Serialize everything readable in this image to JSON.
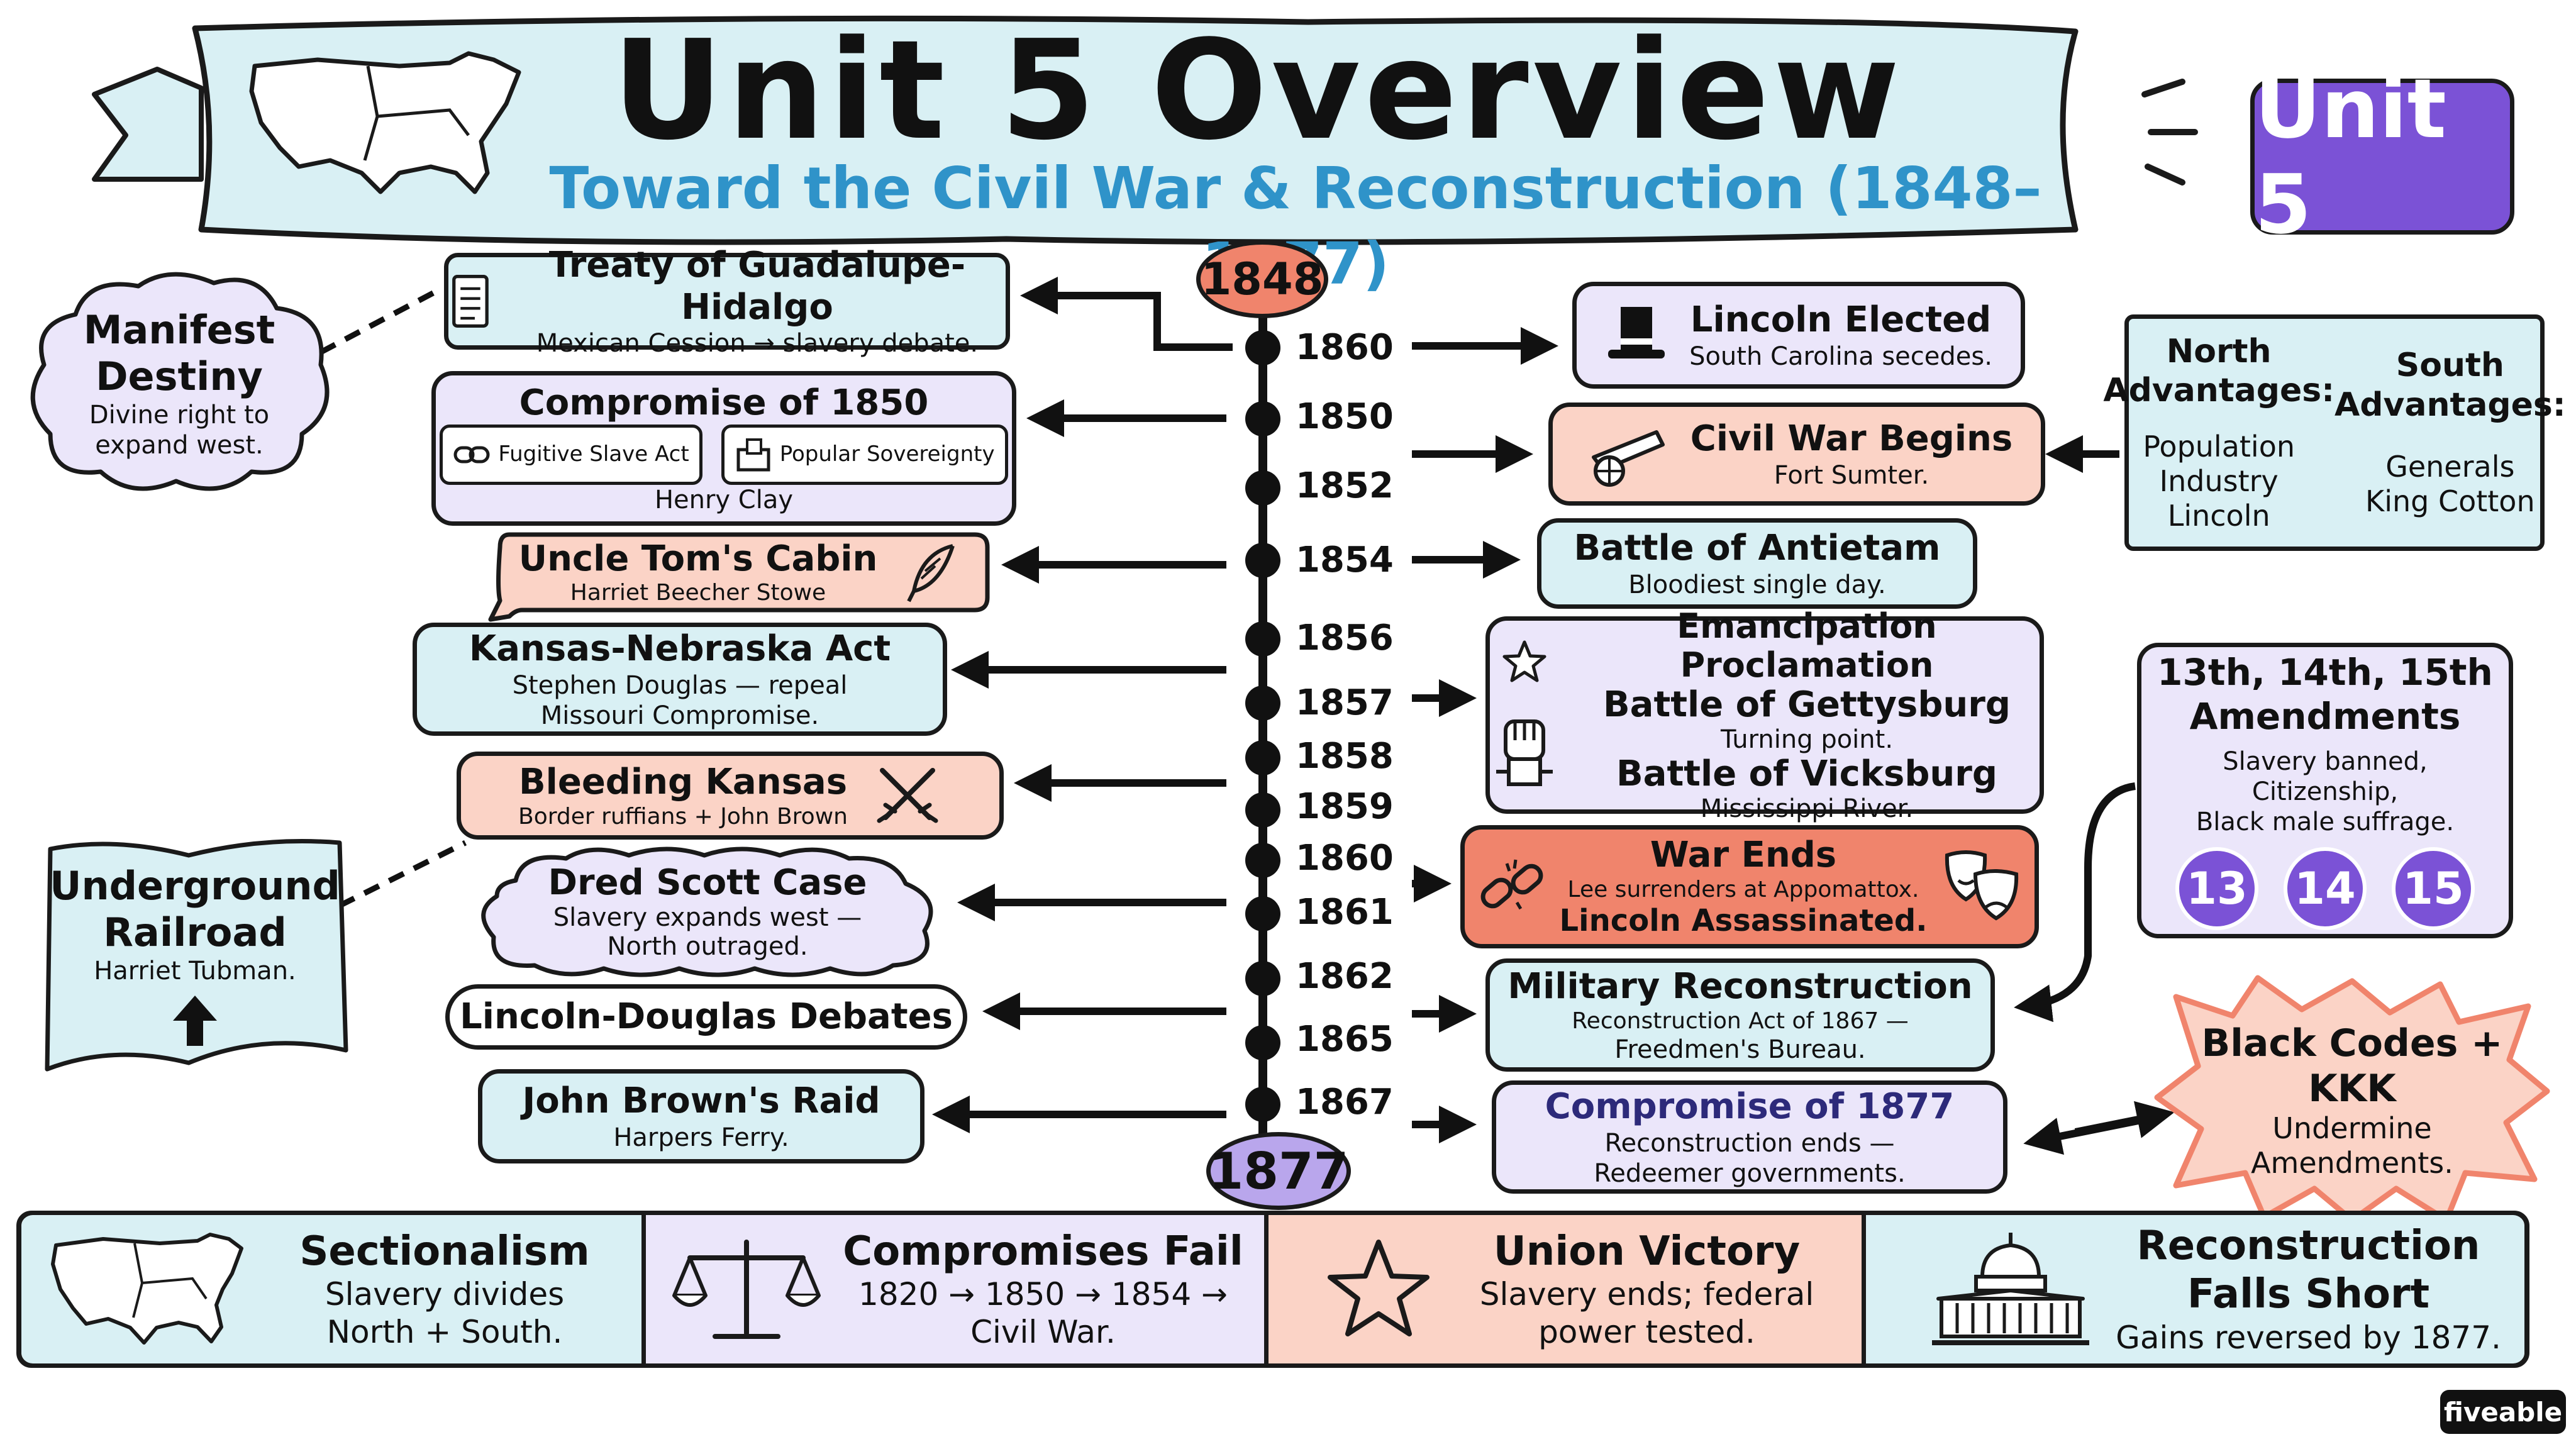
{
  "header": {
    "title": "Unit 5 Overview",
    "subtitle": "Toward the Civil War & Reconstruction (1848–1877)",
    "unit_badge": "Unit 5"
  },
  "timeline": {
    "start_year": "1848",
    "end_year": "1877",
    "years": [
      "1860",
      "1850",
      "1852",
      "1854",
      "1856",
      "1857",
      "1858",
      "1859",
      "1860",
      "1861",
      "1862",
      "1865",
      "1867"
    ]
  },
  "left_events": {
    "guadalupe": {
      "title": "Treaty of Guadalupe-Hidalgo",
      "detail": "Mexican Cession → slavery debate."
    },
    "compromise1850": {
      "title": "Compromise of 1850",
      "item1": "Fugitive Slave Act",
      "item2": "Popular Sovereignty",
      "person": "Henry Clay"
    },
    "uncle_tom": {
      "title": "Uncle Tom's Cabin",
      "detail": "Harriet Beecher Stowe"
    },
    "kansas_nebraska": {
      "title": "Kansas-Nebraska Act",
      "detail1": "Stephen Douglas — repeal",
      "detail2": "Missouri Compromise."
    },
    "bleeding_kansas": {
      "title": "Bleeding Kansas",
      "detail": "Border ruffians + John Brown"
    },
    "dred_scott": {
      "title": "Dred Scott Case",
      "detail1": "Slavery expands west —",
      "detail2": "North outraged."
    },
    "lincoln_douglas": {
      "title": "Lincoln-Douglas Debates"
    },
    "john_brown": {
      "title": "John Brown's Raid",
      "detail": "Harpers Ferry."
    }
  },
  "right_events": {
    "lincoln_elected": {
      "title": "Lincoln Elected",
      "detail": "South Carolina secedes."
    },
    "civil_war_begins": {
      "title": "Civil War Begins",
      "detail": "Fort Sumter."
    },
    "antietam": {
      "title": "Battle of Antietam",
      "detail": "Bloodiest single day."
    },
    "war_cluster": {
      "line1": "Emancipation Proclamation",
      "line2": "Battle of Gettysburg",
      "line3": "Turning point.",
      "line4": "Battle of Vicksburg",
      "line5": "Mississippi River."
    },
    "war_ends": {
      "title": "War Ends",
      "detail1": "Lee surrenders at Appomattox.",
      "detail2": "Lincoln Assassinated."
    },
    "military_reconstruction": {
      "title": "Military Reconstruction",
      "detail1": "Reconstruction Act of 1867 —",
      "detail2": "Freedmen's Bureau."
    },
    "compromise1877": {
      "title": "Compromise of 1877",
      "detail1": "Reconstruction ends —",
      "detail2": "Redeemer governments."
    }
  },
  "side_notes": {
    "manifest": {
      "title1": "Manifest",
      "title2": "Destiny",
      "detail1": "Divine right to",
      "detail2": "expand west."
    },
    "underground": {
      "title1": "Underground",
      "title2": "Railroad",
      "detail": "Harriet Tubman."
    },
    "advantages": {
      "north_title1": "North",
      "north_title2": "Advantages:",
      "north_items": [
        "Population",
        "Industry",
        "Lincoln"
      ],
      "south_title1": "South",
      "south_title2": "Advantages:",
      "south_items": [
        "Generals",
        "King Cotton"
      ]
    },
    "amendments": {
      "title1": "13th, 14th, 15th",
      "title2": "Amendments",
      "detail1": "Slavery banned,",
      "detail2": "Citizenship,",
      "detail3": "Black male suffrage.",
      "badges": [
        "13",
        "14",
        "15"
      ]
    },
    "black_codes": {
      "title": "Black Codes + KKK",
      "detail1": "Undermine",
      "detail2": "Amendments."
    }
  },
  "bottom": {
    "sectionalism": {
      "title": "Sectionalism",
      "detail1": "Slavery divides",
      "detail2": "North + South."
    },
    "compromises_fail": {
      "title": "Compromises Fail",
      "detail1": "1820 → 1850 → 1854 →",
      "detail2": "Civil War."
    },
    "union_victory": {
      "title": "Union Victory",
      "detail1": "Slavery ends; federal",
      "detail2": "power tested."
    },
    "reconstruction": {
      "title1": "Reconstruction",
      "title2": "Falls Short",
      "detail": "Gains reversed by 1877."
    }
  },
  "watermark": "fiveable",
  "colors": {
    "blue": "#d9f0f4",
    "purple": "#ebe6fa",
    "salmon": "#fbd3c6",
    "red": "#f0846c",
    "accent_purple": "#7b52d6",
    "subtitle_blue": "#2f93c9",
    "start_marker": "#f0846c",
    "end_marker": "#b9a6ec"
  }
}
